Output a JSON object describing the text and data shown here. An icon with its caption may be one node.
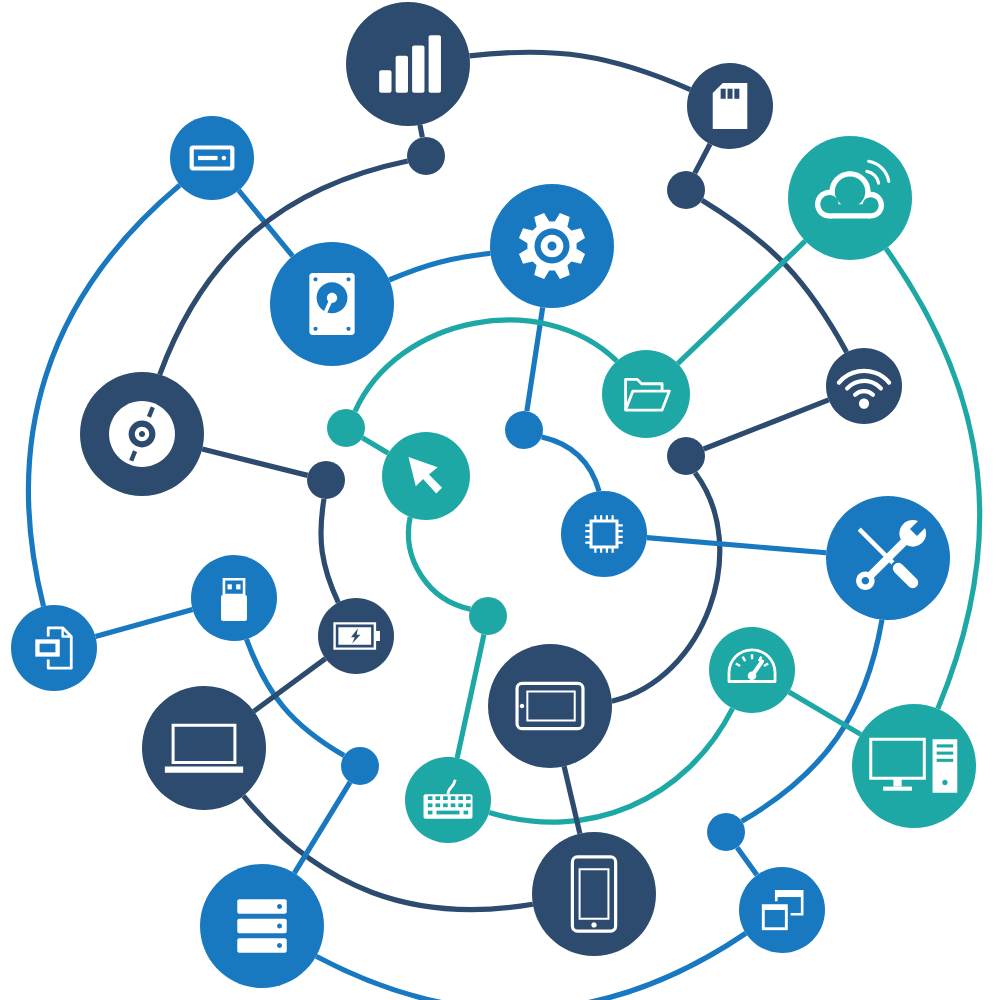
{
  "diagram": {
    "nodes": [
      {
        "text": [],
        "shape": "circle"
      },
      {
        "text": [],
        "shape": "circle"
      },
      {
        "text": [],
        "shape": "circle"
      },
      {
        "text": [],
        "shape": "circle"
      },
      {
        "text": [],
        "shape": "circle"
      },
      {
        "text": [],
        "shape": "circle"
      },
      {
        "text": [],
        "shape": "circle"
      },
      {
        "text": [],
        "shape": "circle"
      },
      {
        "text": [],
        "shape": "circle"
      },
      {
        "text": [],
        "shape": "circle"
      },
      {
        "text": [],
        "shape": "circle"
      },
      {
        "text": [],
        "shape": "circle"
      },
      {
        "text": [],
        "shape": "circle"
      },
      {
        "text": [],
        "shape": "circle"
      },
      {
        "text": [],
        "shape": "circle"
      },
      {
        "text": [],
        "shape": "circle"
      },
      {
        "text": [],
        "shape": "circle"
      },
      {
        "text": [],
        "shape": "circle"
      },
      {
        "text": [],
        "shape": "circle"
      },
      {
        "text": [],
        "shape": "circle"
      },
      {
        "text": [],
        "shape": "circle"
      },
      {
        "text": [],
        "shape": "circle"
      },
      {
        "text": [],
        "shape": "circle"
      },
      {
        "text": [],
        "shape": "circle"
      },
      {
        "text": [],
        "shape": "circle"
      },
      {
        "text": [],
        "shape": "circle"
      },
      {
        "text": [],
        "shape": "circle"
      },
      {
        "text": [],
        "shape": "circle"
      },
      {
        "text": [],
        "shape": "circle"
      },
      {
        "text": [],
        "shape": "circle"
      },
      {
        "text": [],
        "shape": "circle"
      },
      {
        "text": [],
        "shape": "circle"
      }
    ],
    "edges": [
      {
        "from": 2,
        "to": 21,
        "arrow": "none",
        "color": "#1879c1"
      },
      {
        "from": 2,
        "to": 7,
        "arrow": "none",
        "color": "#1879c1"
      },
      {
        "from": 0,
        "to": 3,
        "arrow": "none",
        "color": "#2c4b6e"
      },
      {
        "from": 0,
        "to": 1,
        "arrow": "none",
        "color": "#2c4b6e"
      },
      {
        "from": 3,
        "to": 10,
        "arrow": "none",
        "color": "#2c4b6e"
      },
      {
        "from": 1,
        "to": 4,
        "arrow": "none",
        "color": "#2c4b6e"
      },
      {
        "from": 4,
        "to": 8,
        "arrow": "none",
        "color": "#2c4b6e"
      },
      {
        "from": 5,
        "to": 9,
        "arrow": "none",
        "color": "#1da8a6"
      },
      {
        "from": 5,
        "to": 26,
        "arrow": "none",
        "color": "#1da8a6"
      },
      {
        "from": 7,
        "to": 6,
        "arrow": "none",
        "color": "#1879c1"
      },
      {
        "from": 6,
        "to": 12,
        "arrow": "none",
        "color": "#1879c1"
      },
      {
        "from": 12,
        "to": 16,
        "arrow": "none",
        "color": "#1879c1"
      },
      {
        "from": 8,
        "to": 13,
        "arrow": "none",
        "color": "#2c4b6e"
      },
      {
        "from": 11,
        "to": 9,
        "arrow": "none",
        "color": "#1da8a6"
      },
      {
        "from": 11,
        "to": 14,
        "arrow": "none",
        "color": "#1da8a6"
      },
      {
        "from": 10,
        "to": 15,
        "arrow": "none",
        "color": "#2c4b6e"
      },
      {
        "from": 14,
        "to": 19,
        "arrow": "none",
        "color": "#1da8a6"
      },
      {
        "from": 13,
        "to": 23,
        "arrow": "none",
        "color": "#2c4b6e"
      },
      {
        "from": 15,
        "to": 20,
        "arrow": "none",
        "color": "#2c4b6e"
      },
      {
        "from": 16,
        "to": 17,
        "arrow": "none",
        "color": "#1879c1"
      },
      {
        "from": 17,
        "to": 28,
        "arrow": "none",
        "color": "#1879c1"
      },
      {
        "from": 18,
        "to": 21,
        "arrow": "none",
        "color": "#1879c1"
      },
      {
        "from": 18,
        "to": 25,
        "arrow": "none",
        "color": "#1879c1"
      },
      {
        "from": 19,
        "to": 27,
        "arrow": "none",
        "color": "#1da8a6"
      },
      {
        "from": 24,
        "to": 20,
        "arrow": "none",
        "color": "#2c4b6e"
      },
      {
        "from": 27,
        "to": 22,
        "arrow": "none",
        "color": "#1da8a6"
      },
      {
        "from": 22,
        "to": 26,
        "arrow": "none",
        "color": "#1da8a6"
      },
      {
        "from": 23,
        "to": 29,
        "arrow": "none",
        "color": "#2c4b6e"
      },
      {
        "from": 24,
        "to": 29,
        "arrow": "none",
        "color": "#2c4b6e"
      },
      {
        "from": 31,
        "to": 25,
        "arrow": "none",
        "color": "#1879c1"
      },
      {
        "from": 28,
        "to": 30,
        "arrow": "none",
        "color": "#1879c1"
      },
      {
        "from": 30,
        "to": 31,
        "arrow": "none",
        "color": "#1879c1"
      }
    ]
  }
}
